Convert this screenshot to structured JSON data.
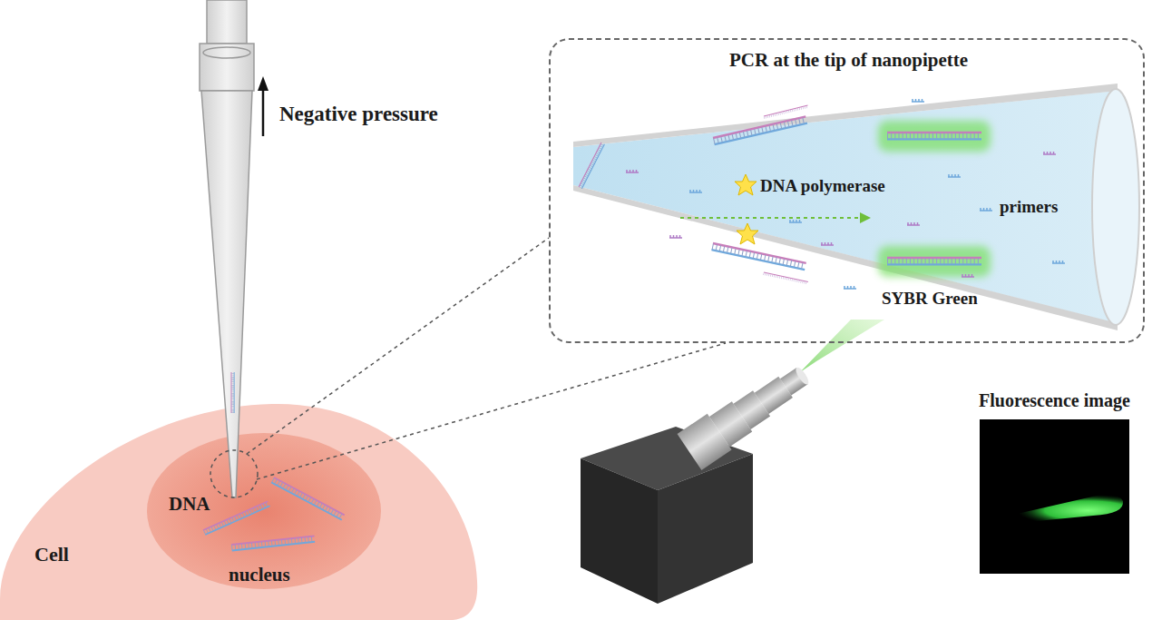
{
  "diagram": {
    "nodes": [
      {
        "text": [
          "Cell"
        ]
      },
      {
        "text": [
          "DNA",
          "nucleus"
        ],
        "in": 0
      },
      {
        "text": [
          "PCR at the tip of nanopipette"
        ]
      },
      {
        "text": [
          "Fluorescence image"
        ]
      }
    ],
    "labels": [
      "Negative pressure",
      "DNA polymerase",
      "primers",
      "SYBR Green"
    ]
  }
}
